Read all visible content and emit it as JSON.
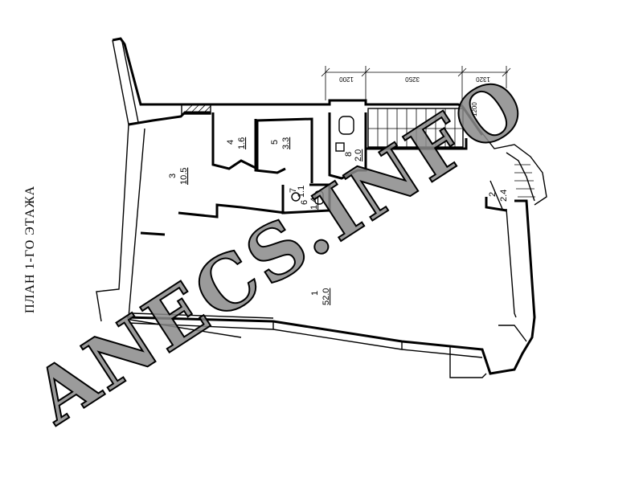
{
  "plan": {
    "title": "ПЛАН 1-ГО ЭТАЖА",
    "rooms": [
      {
        "number": "1",
        "area": "52.0"
      },
      {
        "number": "2",
        "area": "2.4"
      },
      {
        "number": "3",
        "area": "10.5"
      },
      {
        "number": "4",
        "area": "1.6"
      },
      {
        "number": "5",
        "area": "3.3"
      },
      {
        "number": "6",
        "area": "1.4"
      },
      {
        "number": "7",
        "area": "1.1"
      },
      {
        "number": "8",
        "area": "2.0"
      }
    ],
    "dimensions": [
      "1200",
      "3250",
      "1320",
      "1200"
    ],
    "watermark": "ANECS.INFO"
  }
}
